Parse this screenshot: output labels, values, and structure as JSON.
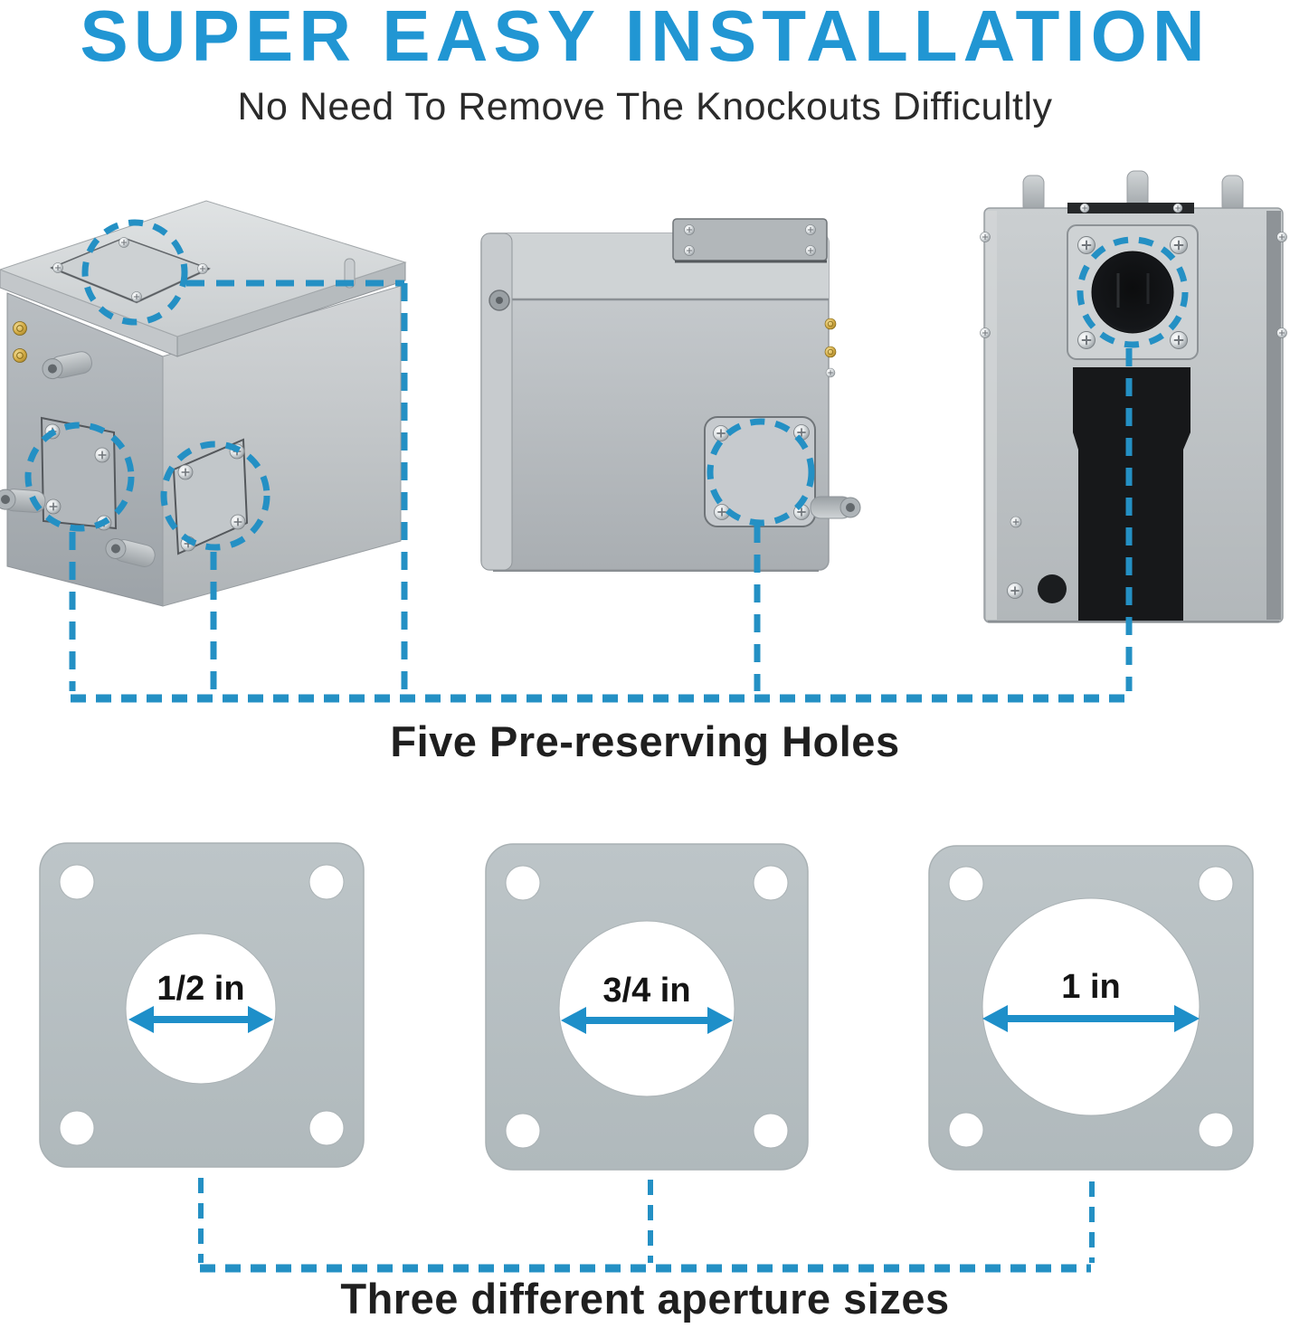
{
  "header": {
    "title": "SUPER EASY INSTALLATION",
    "subtitle": "No Need To Remove The Knockouts Difficultly"
  },
  "figure": {
    "caption": "Five Pre-reserving Holes",
    "callout_count": 5
  },
  "plates": {
    "caption": "Three different aperture sizes",
    "items": [
      {
        "label": "1/2 in"
      },
      {
        "label": "3/4 in"
      },
      {
        "label": "1 in"
      }
    ]
  },
  "colors": {
    "title_blue": "#2196d3",
    "callout_blue": "#2490c4",
    "arrow_blue": "#1e8fc9",
    "plate_gray": "#b7c0c3",
    "box_gray": "#c3c8cb",
    "text_dark": "#2b2b2b"
  }
}
